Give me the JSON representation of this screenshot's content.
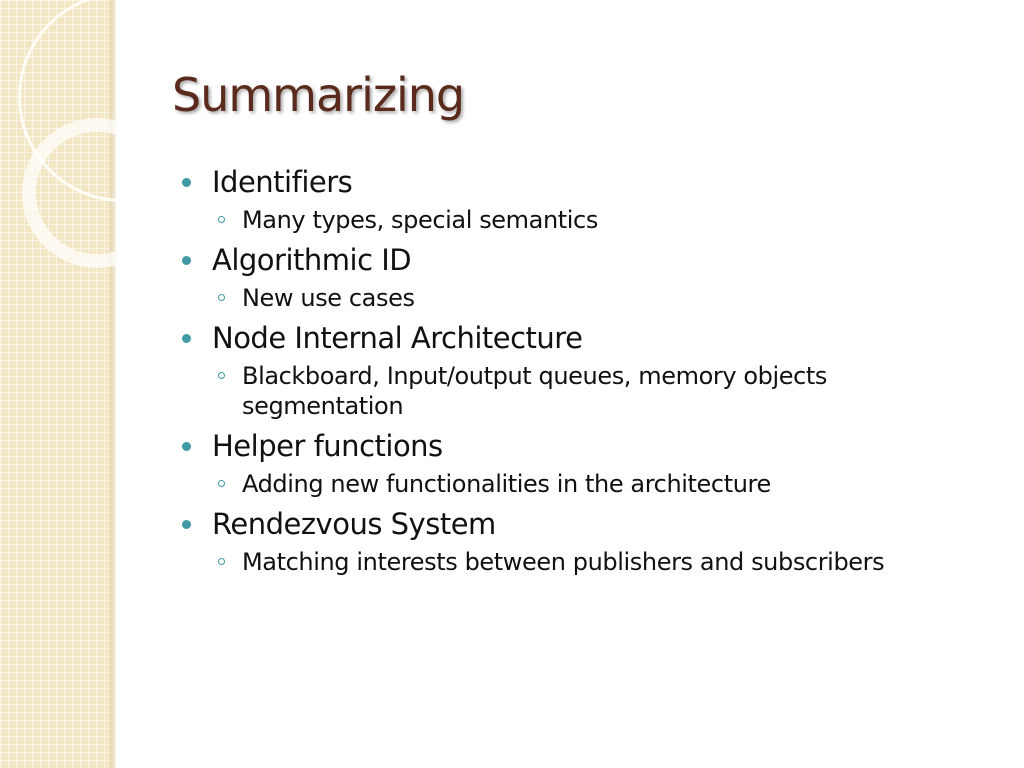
{
  "slide": {
    "title": "Summarizing",
    "items": [
      {
        "label": "Identifiers",
        "sub": "Many types, special semantics"
      },
      {
        "label": "Algorithmic ID",
        "sub": "New use cases"
      },
      {
        "label": "Node Internal Architecture",
        "sub": "Blackboard, Input/output queues, memory objects segmentation"
      },
      {
        "label": "Helper functions",
        "sub": "Adding new functionalities in the architecture"
      },
      {
        "label": "Rendezvous System",
        "sub": "Matching interests between publishers and subscribers"
      }
    ]
  },
  "colors": {
    "title": "#5a2a1c",
    "bullet": "#3f9aa5",
    "sidebar": "#f3e6c4"
  }
}
